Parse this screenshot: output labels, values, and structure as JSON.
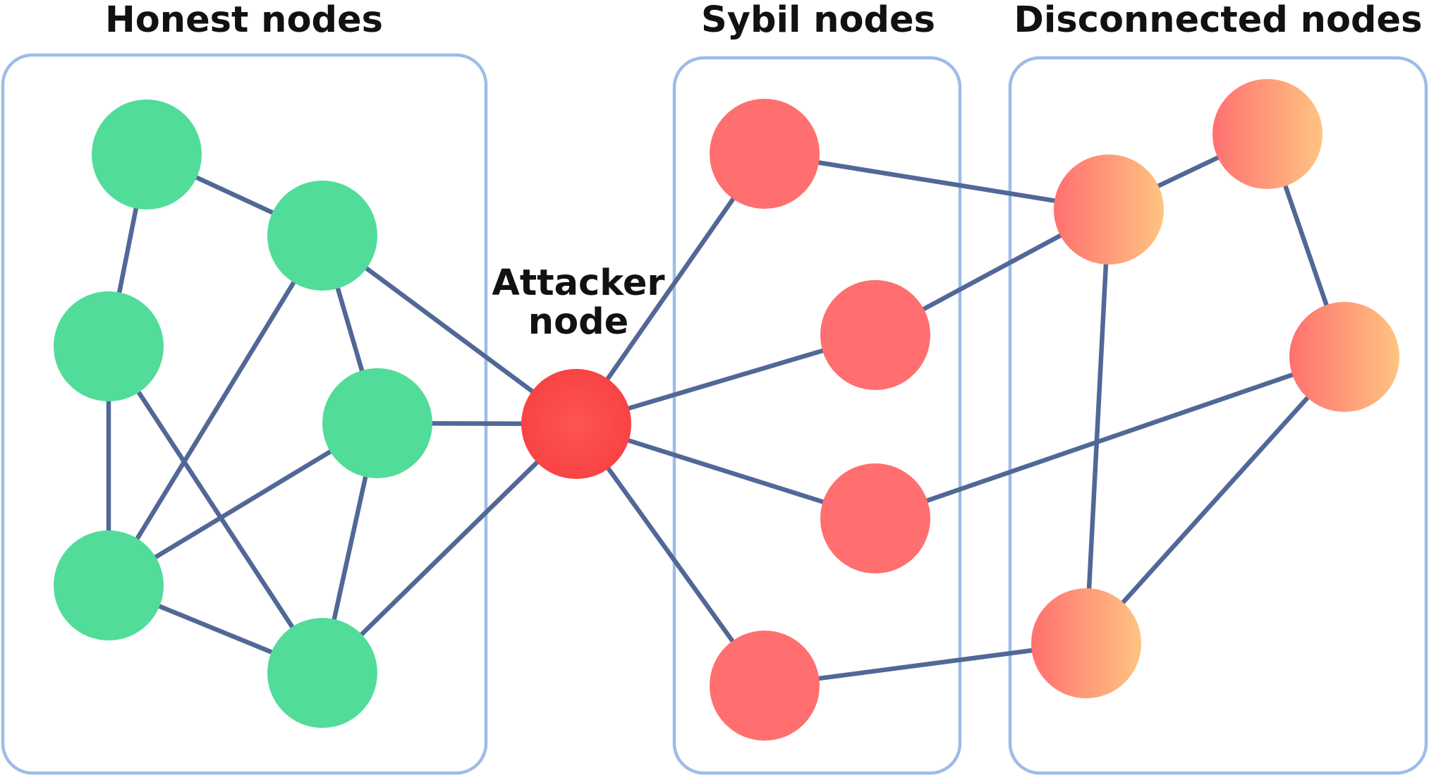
{
  "groups": [
    {
      "id": "honest",
      "title": "Honest nodes"
    },
    {
      "id": "sybil",
      "title": "Sybil nodes"
    },
    {
      "id": "disconnected",
      "title": "Disconnected nodes"
    }
  ],
  "attacker": {
    "label_line1": "Attacker",
    "label_line2": "node"
  },
  "nodes": [
    {
      "id": "h1",
      "group": "honest"
    },
    {
      "id": "h2",
      "group": "honest"
    },
    {
      "id": "h3",
      "group": "honest"
    },
    {
      "id": "h4",
      "group": "honest"
    },
    {
      "id": "h5",
      "group": "honest"
    },
    {
      "id": "h6",
      "group": "honest"
    },
    {
      "id": "attacker",
      "group": "attacker"
    },
    {
      "id": "s1",
      "group": "sybil"
    },
    {
      "id": "s2",
      "group": "sybil"
    },
    {
      "id": "s3",
      "group": "sybil"
    },
    {
      "id": "s4",
      "group": "sybil"
    },
    {
      "id": "d1",
      "group": "disconnected"
    },
    {
      "id": "d2",
      "group": "disconnected"
    },
    {
      "id": "d3",
      "group": "disconnected"
    },
    {
      "id": "d4",
      "group": "disconnected"
    }
  ],
  "edges": [
    [
      "h1",
      "h2"
    ],
    [
      "h1",
      "h3"
    ],
    [
      "h2",
      "h4"
    ],
    [
      "h2",
      "h5"
    ],
    [
      "h2",
      "attacker"
    ],
    [
      "h3",
      "h5"
    ],
    [
      "h3",
      "h6"
    ],
    [
      "h4",
      "h5"
    ],
    [
      "h4",
      "h6"
    ],
    [
      "h4",
      "attacker"
    ],
    [
      "h5",
      "h6"
    ],
    [
      "h6",
      "attacker"
    ],
    [
      "attacker",
      "s1"
    ],
    [
      "attacker",
      "s2"
    ],
    [
      "attacker",
      "s3"
    ],
    [
      "attacker",
      "s4"
    ],
    [
      "s1",
      "d1"
    ],
    [
      "s2",
      "d1"
    ],
    [
      "s3",
      "d3"
    ],
    [
      "s4",
      "d4"
    ],
    [
      "d1",
      "d2"
    ],
    [
      "d1",
      "d4"
    ],
    [
      "d2",
      "d3"
    ],
    [
      "d3",
      "d4"
    ]
  ],
  "colors": {
    "honest": "#52dc9a",
    "sybil": "#ff6f6f",
    "attacker_light": "#fd5454",
    "attacker_dark": "#f94343",
    "disconnected_start": "#ff7070",
    "disconnected_end": "#ffc481",
    "edge": "#516897",
    "group_border": "#9dbce8"
  }
}
